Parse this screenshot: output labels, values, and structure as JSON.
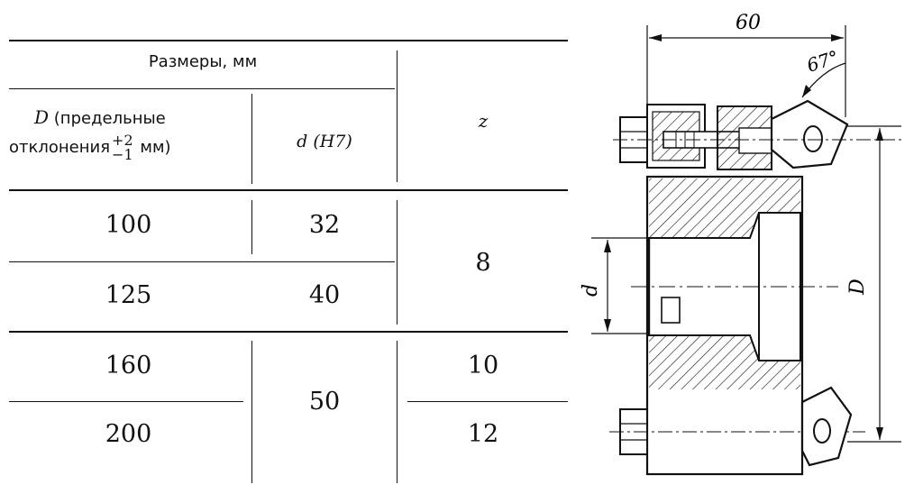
{
  "table": {
    "header": {
      "group_label": "Размеры, мм",
      "col_D_symbol": "D",
      "col_D_line1": "(предельные",
      "col_D_line2_prefix": "отклонения",
      "col_D_upper": "+2",
      "col_D_lower": "−1",
      "col_D_unit": "мм)",
      "col_d": "d (H7)",
      "col_z": "z"
    },
    "rows": [
      {
        "D": "100",
        "d": "32"
      },
      {
        "D": "125",
        "d": "40"
      },
      {
        "D": "160"
      },
      {
        "D": "200"
      }
    ],
    "merged": {
      "d_160_200": "50",
      "z_100_125": "8",
      "z_160": "10",
      "z_200": "12"
    }
  },
  "drawing": {
    "dim_width": "60",
    "dim_angle": "67°",
    "dim_small": "d",
    "dim_large": "D"
  }
}
